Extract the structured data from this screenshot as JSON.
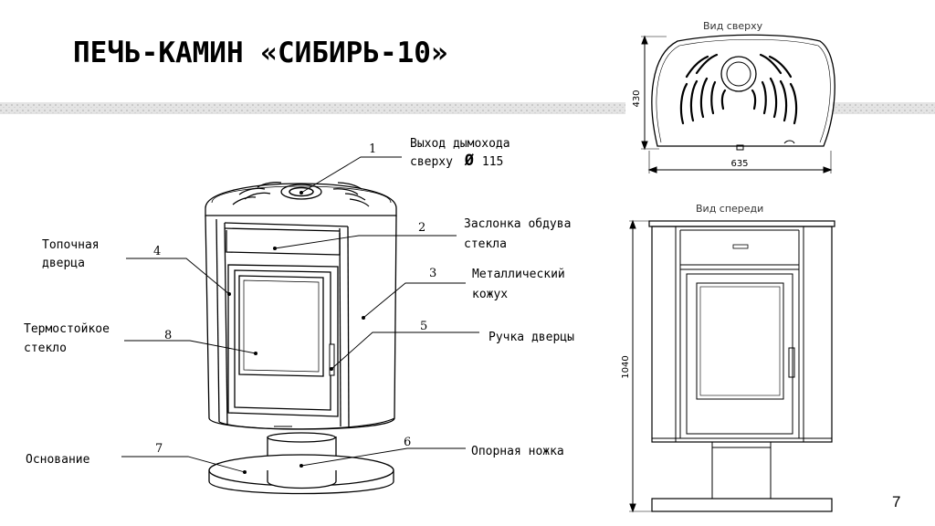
{
  "title": "ПЕЧЬ-КАМИН «СИБИРЬ-10»",
  "page_number": "7",
  "views": {
    "top_label": "Вид сверху",
    "front_label": "Вид спереди",
    "top_depth": "430",
    "top_width": "635",
    "front_height": "1040"
  },
  "callouts": {
    "c1": {
      "num": "1",
      "line1": "Выход дымохода",
      "line2": "сверху",
      "diam": "Ø",
      "diam_value": "115"
    },
    "c2": {
      "num": "2",
      "line1": "Заслонка обдува",
      "line2": "стекла"
    },
    "c3": {
      "num": "3",
      "line1": "Металлический",
      "line2": "кожух"
    },
    "c4": {
      "num": "4",
      "line1": "Топочная",
      "line2": "дверца"
    },
    "c5": {
      "num": "5",
      "line1": "Ручка дверцы"
    },
    "c6": {
      "num": "6",
      "line1": "Опорная ножка"
    },
    "c7": {
      "num": "7",
      "line1": "Основание"
    },
    "c8": {
      "num": "8",
      "line1": "Термостойкое",
      "line2": "стекло"
    }
  },
  "colors": {
    "line": "#000000",
    "band": "#d9d9d9"
  }
}
